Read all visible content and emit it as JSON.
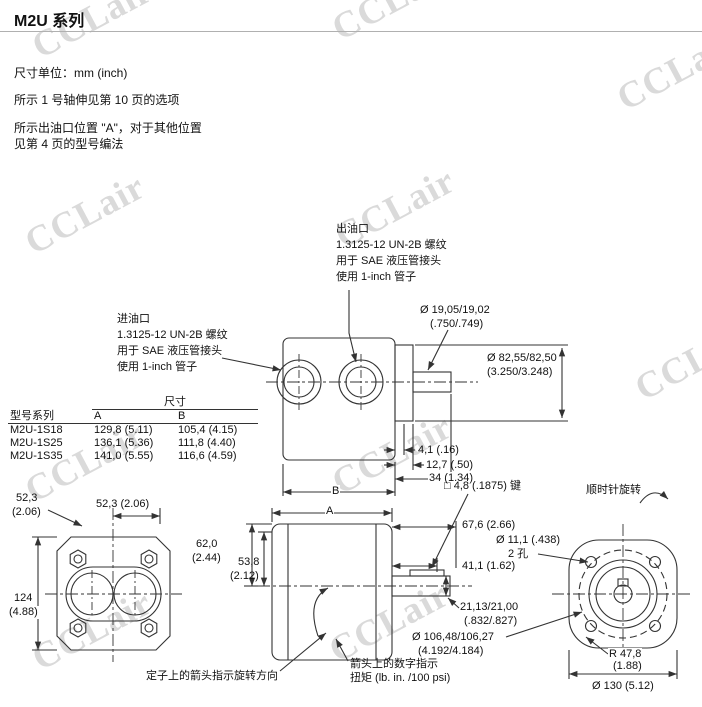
{
  "page": {
    "title": "M2U 系列",
    "units_note": "尺寸单位：mm (inch)",
    "shaft_note": "所示 1 号轴伸见第 10 页的选项",
    "port_note_line1": "所示出油口位置 \"A\"，对于其他位置",
    "port_note_line2": "见第 4 页的型号编法"
  },
  "watermark": {
    "text": "CCLair",
    "color": "#dadada"
  },
  "ports": {
    "outlet": {
      "title": "出油口",
      "line1": "1.3125-12 UN-2B 螺纹",
      "line2": "用于 SAE 液压管接头",
      "line3": "使用 1-inch 管子"
    },
    "inlet": {
      "title": "进油口",
      "line1": "1.3125-12 UN-2B 螺纹",
      "line2": "用于 SAE 液压管接头",
      "line3": "使用 1-inch 管子"
    }
  },
  "table": {
    "size_header": "尺寸",
    "col_model": "型号系列",
    "col_a": "A",
    "col_b": "B",
    "rows": [
      {
        "model": "M2U-1S18",
        "a": "129,8 (5.11)",
        "b": "105,4 (4.15)"
      },
      {
        "model": "M2U-1S25",
        "a": "136,1 (5.36)",
        "b": "111,8 (4.40)"
      },
      {
        "model": "M2U-1S35",
        "a": "141,0 (5.55)",
        "b": "116,6 (4.59)"
      }
    ]
  },
  "dims": {
    "shaft_dia_mm": "Ø 19,05/19,02",
    "shaft_dia_in": "(.750/.749)",
    "pilot_dia_mm": "Ø 82,55/82,50",
    "pilot_dia_in": "(3.250/3.248)",
    "d4_1": "4,1 (.16)",
    "d12_7": "12,7 (.50)",
    "d34": "34 (1.34)",
    "b_label": "B",
    "a_label": "A",
    "d52_3_mm": "52,3",
    "d52_3_in": "(2.06)",
    "d52_3_inline": "52,3 (2.06)",
    "d62_mm": "62,0",
    "d62_in": "(2.44)",
    "d53_8_mm": "53,8",
    "d53_8_in": "(2.12)",
    "d124_mm": "124",
    "d124_in": "(4.88)",
    "key": "□ 4,8 (.1875) 键",
    "d67_6": "67,6 (2.66)",
    "holes_dia": "Ø 11,1 (.438)",
    "holes_count": "2 孔",
    "d41_1": "41,1 (1.62)",
    "d21_mm": "21,13/21,00",
    "d21_in": "(.832/.827)",
    "bolt_circle_mm": "Ø 106,48/106,27",
    "bolt_circle_in": "(4.192/4.184)",
    "r47_8_mm": "R 47,8",
    "r47_8_in": "(1.88)",
    "d130": "Ø 130 (5.12)"
  },
  "notes": {
    "rotation": "顺时针旋转",
    "stator_arrow": "定子上的箭头指示旋转方向",
    "torque_line1": "箭头上的数字指示",
    "torque_line2": "扭矩 (lb. in. /100 psi)"
  }
}
